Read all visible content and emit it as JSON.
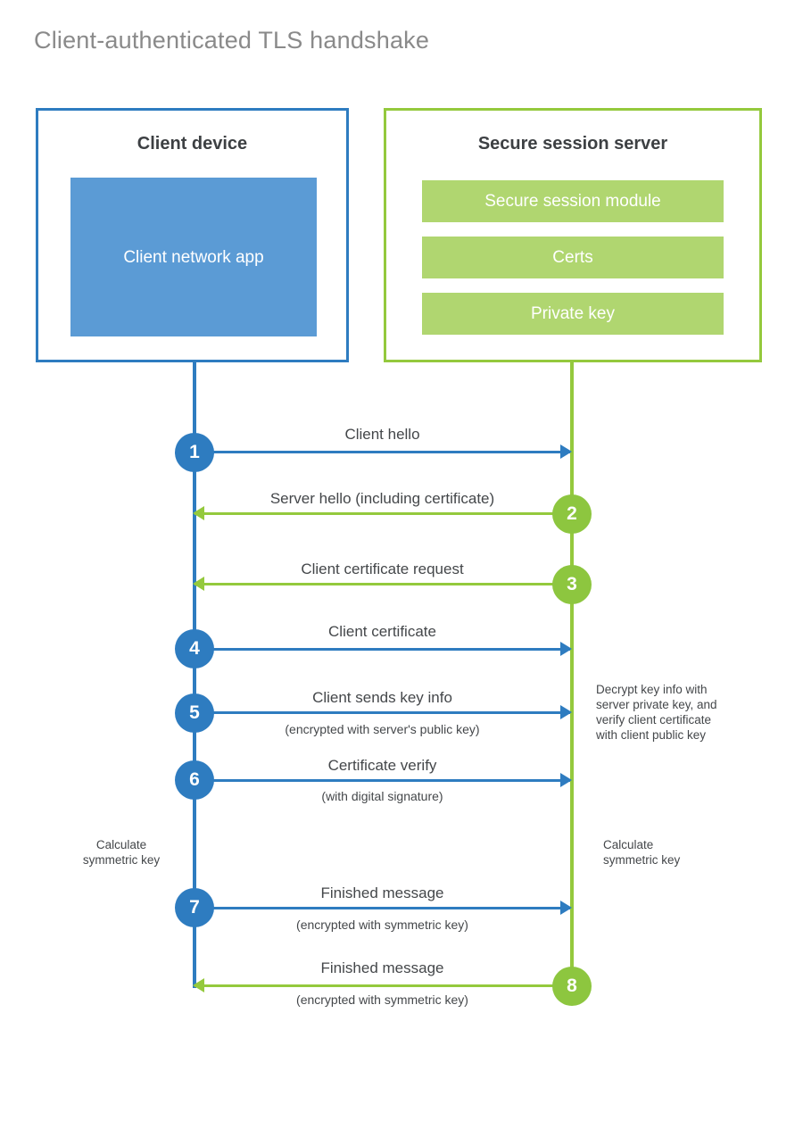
{
  "title": "Client-authenticated TLS handshake",
  "colors": {
    "client_accent": "#2e7cc0",
    "server_accent": "#94c93d",
    "client_block_fill": "#5b9bd5",
    "server_bar_fill": "#b0d670",
    "step_blue": "#2e7cc0",
    "step_green": "#8dc63f",
    "title_text": "#8a8a8a",
    "body_text": "#44474a"
  },
  "client": {
    "title": "Client device",
    "app_label": "Client network app"
  },
  "server": {
    "title": "Secure session server",
    "components": [
      {
        "label": "Secure session module"
      },
      {
        "label": "Certs"
      },
      {
        "label": "Private key"
      }
    ]
  },
  "messages": [
    {
      "number": "1",
      "label": "Client hello",
      "sublabel": "",
      "direction": "client-to-server"
    },
    {
      "number": "2",
      "label": "Server hello (including certificate)",
      "sublabel": "",
      "direction": "server-to-client"
    },
    {
      "number": "3",
      "label": "Client certificate request",
      "sublabel": "",
      "direction": "server-to-client"
    },
    {
      "number": "4",
      "label": "Client certificate",
      "sublabel": "",
      "direction": "client-to-server"
    },
    {
      "number": "5",
      "label": "Client sends key info",
      "sublabel": "(encrypted with server's public key)",
      "direction": "client-to-server"
    },
    {
      "number": "6",
      "label": "Certificate verify",
      "sublabel": "(with digital signature)",
      "direction": "client-to-server"
    },
    {
      "number": "7",
      "label": "Finished message",
      "sublabel": "(encrypted with symmetric key)",
      "direction": "client-to-server"
    },
    {
      "number": "8",
      "label": "Finished message",
      "sublabel": "(encrypted with symmetric key)",
      "direction": "server-to-client"
    }
  ],
  "notes": {
    "decrypt": {
      "lines": [
        "Decrypt key info with",
        "server private key, and",
        "verify client certificate",
        "with client public key"
      ]
    },
    "calculate_client": {
      "lines": [
        "Calculate",
        "symmetric key"
      ]
    },
    "calculate_server": {
      "lines": [
        "Calculate",
        "symmetric key"
      ]
    }
  }
}
